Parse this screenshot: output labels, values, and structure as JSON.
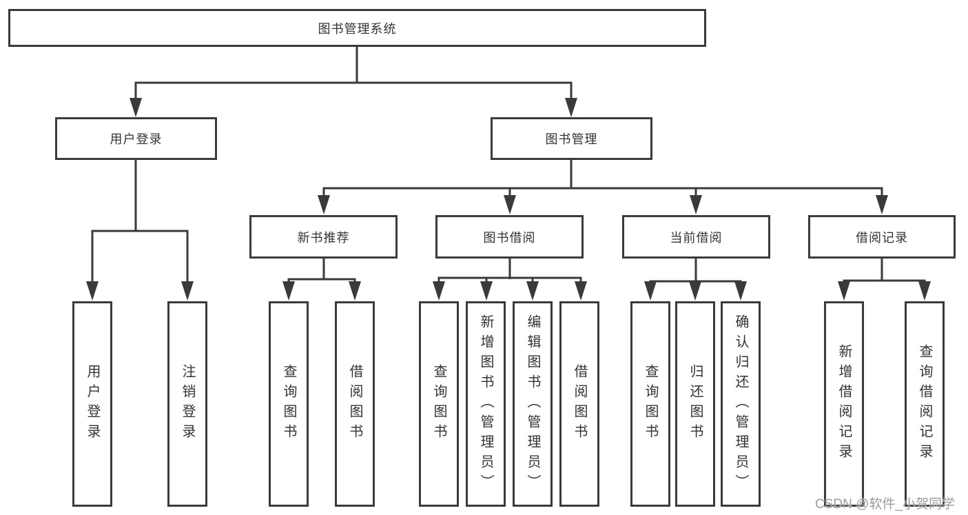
{
  "diagram": {
    "root": {
      "label": "图书管理系统"
    },
    "level2": [
      {
        "label": "用户登录"
      },
      {
        "label": "图书管理"
      }
    ],
    "level3": [
      {
        "label": "新书推荐"
      },
      {
        "label": "图书借阅"
      },
      {
        "label": "当前借阅"
      },
      {
        "label": "借阅记录"
      }
    ],
    "leaves": [
      {
        "label": "用户登录"
      },
      {
        "label": "注销登录"
      },
      {
        "label": "查询图书"
      },
      {
        "label": "借阅图书"
      },
      {
        "label": "查询图书"
      },
      {
        "label": "新增图书（管理员）"
      },
      {
        "label": "编辑图书（管理员）"
      },
      {
        "label": "借阅图书"
      },
      {
        "label": "查询图书"
      },
      {
        "label": "归还图书"
      },
      {
        "label": "确认归还（管理员）"
      },
      {
        "label": "新增借阅记录"
      },
      {
        "label": "查询借阅记录"
      }
    ],
    "watermark": "CSDN @软件_小贺同学",
    "colors": {
      "line": "#3a3a3a",
      "text": "#333333",
      "background": "#ffffff",
      "watermark": "#9b9b9b"
    }
  }
}
